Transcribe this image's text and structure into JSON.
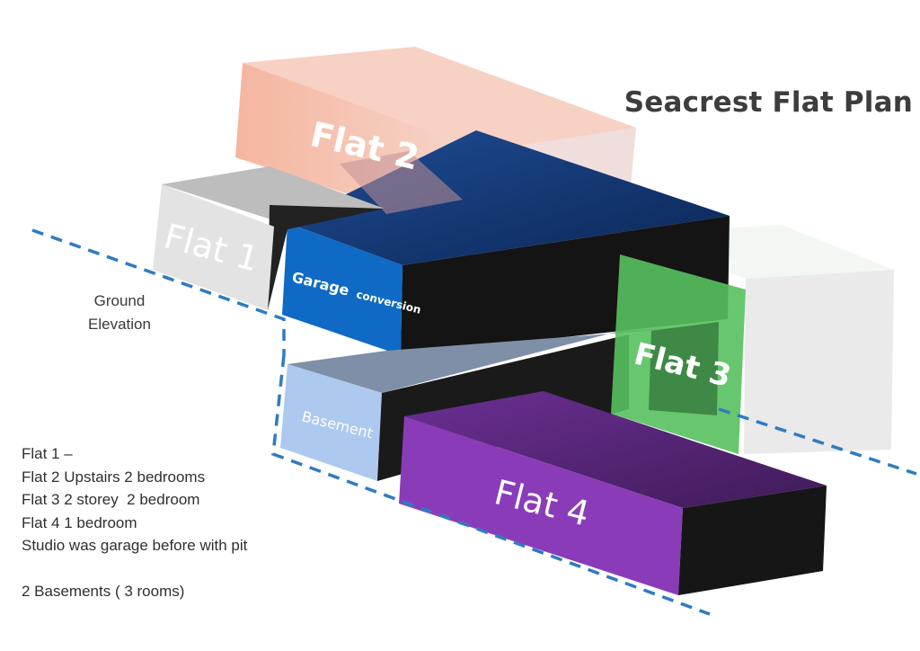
{
  "title": "Seacrest Flat Plan",
  "ground_label": [
    "Ground",
    "Elevation"
  ],
  "blocks": {
    "flat1": "Flat 1",
    "flat2": "Flat 2",
    "flat3": "Flat 3",
    "flat4": "Flat 4",
    "garage_main": "Garage",
    "garage_sub": "conversion",
    "basement": "Basement"
  },
  "notes": [
    "Flat 1 –",
    "Flat 2 Upstairs 2 bedrooms",
    "Flat 3 2 storey  2 bedroom",
    "Flat 4 1 bedroom",
    "Studio was garage before with pit"
  ],
  "notes_footer": "2 Basements ( 3 rooms)",
  "colors": {
    "flat1": "#d9d9d9",
    "flat2": "#f3b9a4",
    "flat3": "#5cc262",
    "flat4": "#8a3cb8",
    "garage": "#0f66c0",
    "basement": "#a9c6ef",
    "ground_line": "#2f7bc4"
  }
}
